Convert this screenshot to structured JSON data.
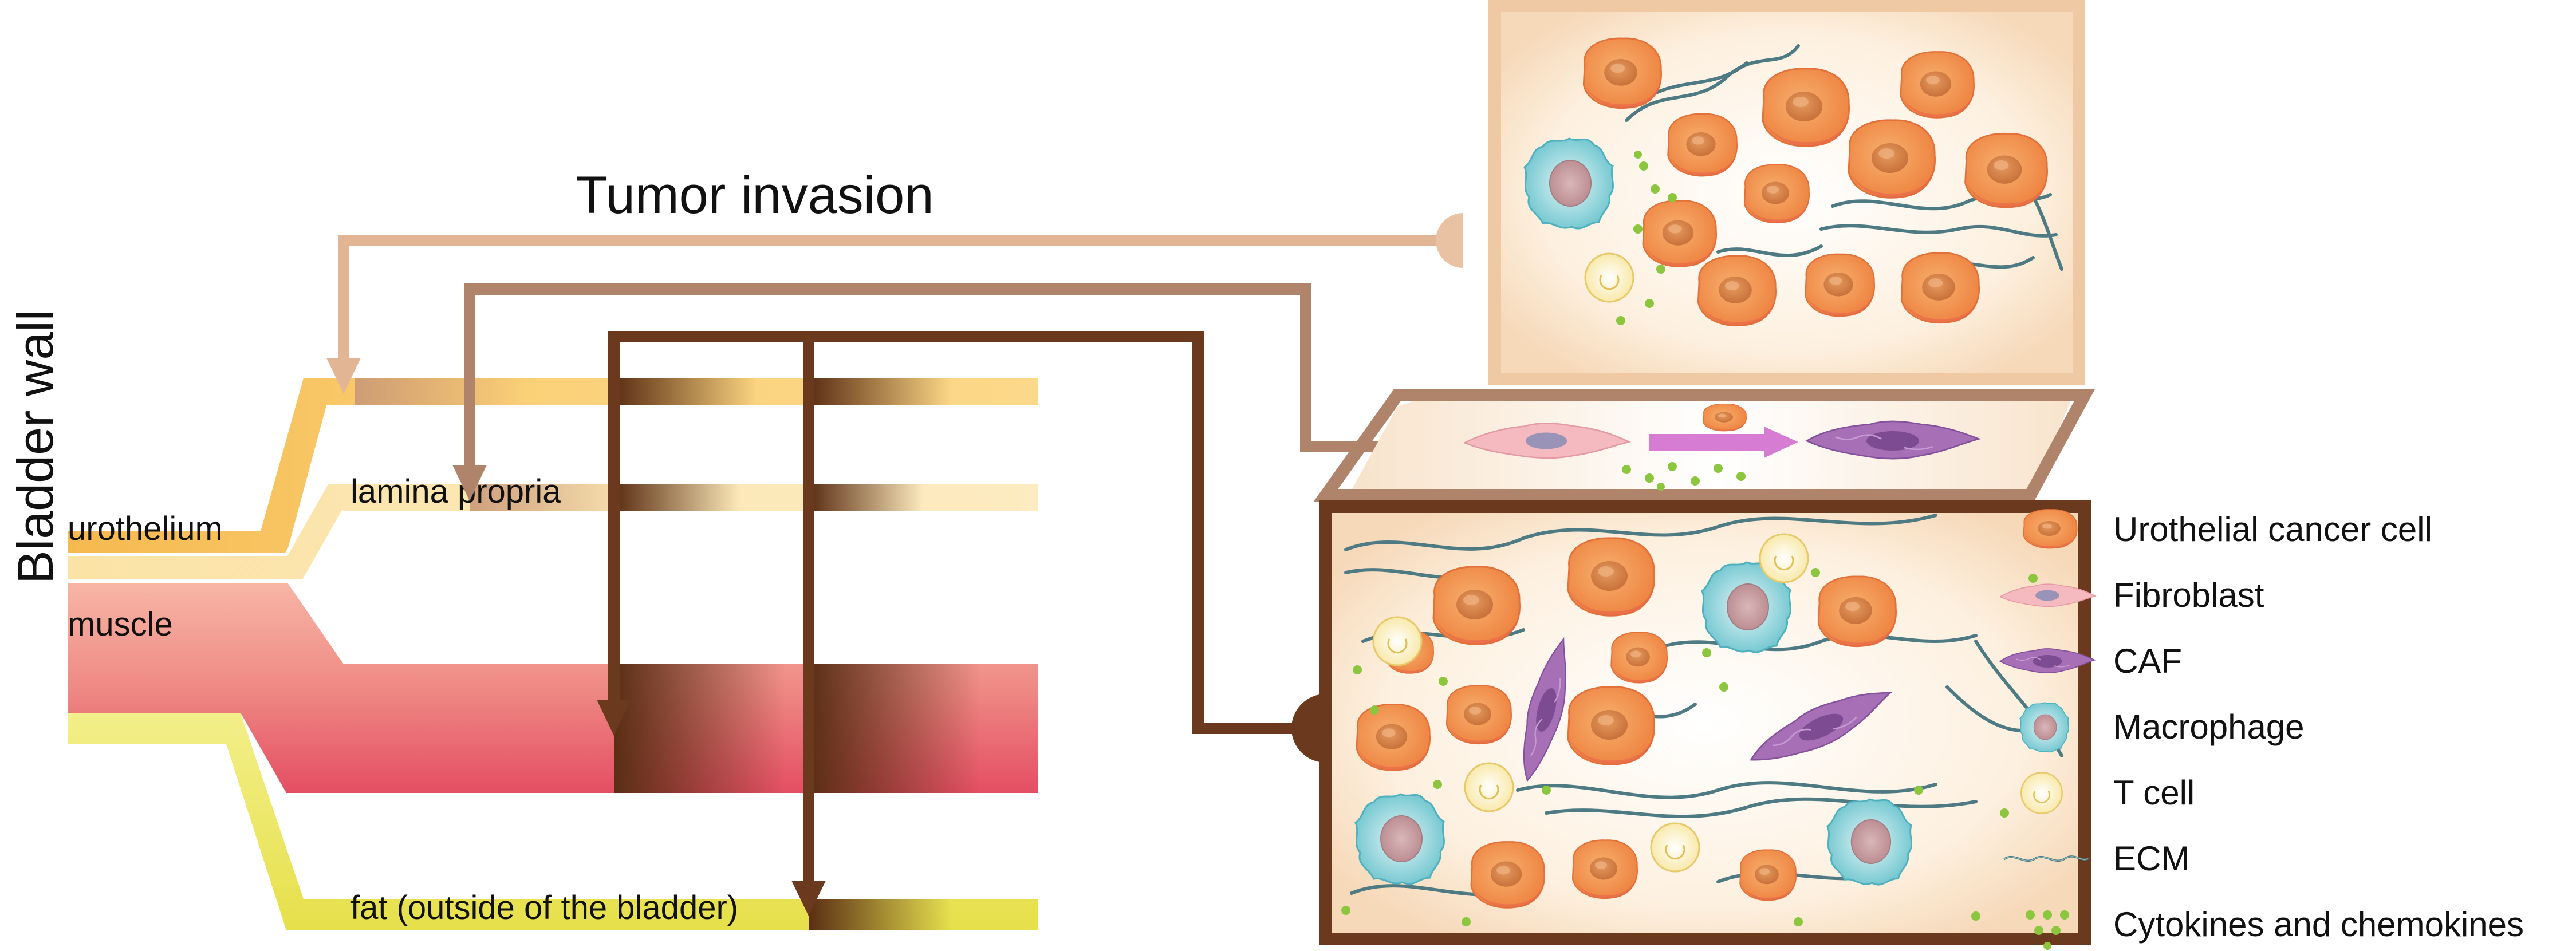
{
  "side_label": "Bladder wall",
  "title": "Tumor invasion",
  "layers": {
    "urothelium": "urothelium",
    "lamina_propria": "lamina propria",
    "muscle": "muscle",
    "fat": "fat (outside of the bladder)"
  },
  "legend": [
    {
      "label": "Urothelial cancer cell",
      "icon": "urothelial-cancer-cell-icon"
    },
    {
      "label": "Fibroblast",
      "icon": "fibroblast-icon"
    },
    {
      "label": "CAF",
      "icon": "caf-icon"
    },
    {
      "label": "Macrophage",
      "icon": "macrophage-icon"
    },
    {
      "label": "T cell",
      "icon": "t-cell-icon"
    },
    {
      "label": "ECM",
      "icon": "ecm-icon"
    },
    {
      "label": "Cytokines and chemokines",
      "icon": "cytokines-icon"
    }
  ],
  "colors": {
    "urothelium": "#f6c15c",
    "lamina_propria": "#f9dfa0",
    "muscle": "#e8566a",
    "fat": "#e9e355",
    "arrow_light": "#e2b595",
    "arrow_mid": "#b0846a",
    "arrow_dark": "#6b3a1e",
    "cancer_cell": "#f2984e",
    "fibroblast": "#f3b6bd",
    "caf": "#a774b8",
    "macrophage": "#8fd3d8",
    "t_cell": "#fbf3c8",
    "ecm": "#5f8c92",
    "cytokine": "#8cc63f"
  }
}
